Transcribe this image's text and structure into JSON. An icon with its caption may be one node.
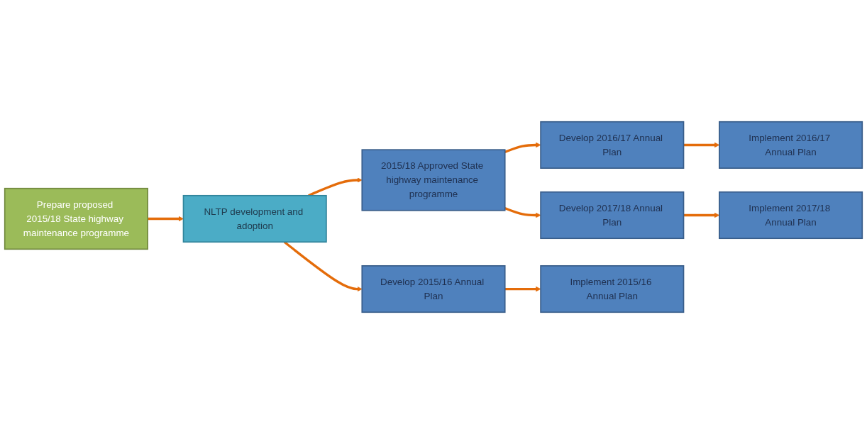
{
  "diagram": {
    "nodes": [
      {
        "text": [
          "Prepare proposed 2015/18 State highway maintenance programme"
        ]
      },
      {
        "text": [
          "NLTP development and adoption"
        ]
      },
      {
        "text": [
          "2015/18 Approved State highway maintenance programme"
        ]
      },
      {
        "text": [
          "Develop 2015/16 Annual Plan"
        ]
      },
      {
        "text": [
          "Develop 2016/17 Annual Plan"
        ]
      },
      {
        "text": [
          "Develop 2017/18 Annual Plan"
        ]
      },
      {
        "text": [
          "Implement 2015/16 Annual Plan"
        ]
      },
      {
        "text": [
          "Implement 2016/17 Annual Plan"
        ]
      },
      {
        "text": [
          "Implement 2017/18 Annual Plan"
        ]
      }
    ],
    "edges": [
      {
        "from": 0,
        "to": 1,
        "arrow": "to"
      },
      {
        "from": 1,
        "to": 2,
        "arrow": "to"
      },
      {
        "from": 1,
        "to": 3,
        "arrow": "to"
      },
      {
        "from": 2,
        "to": 4,
        "arrow": "to"
      },
      {
        "from": 2,
        "to": 5,
        "arrow": "to"
      },
      {
        "from": 3,
        "to": 6,
        "arrow": "to"
      },
      {
        "from": 4,
        "to": 7,
        "arrow": "to"
      },
      {
        "from": 5,
        "to": 8,
        "arrow": "to"
      }
    ]
  }
}
